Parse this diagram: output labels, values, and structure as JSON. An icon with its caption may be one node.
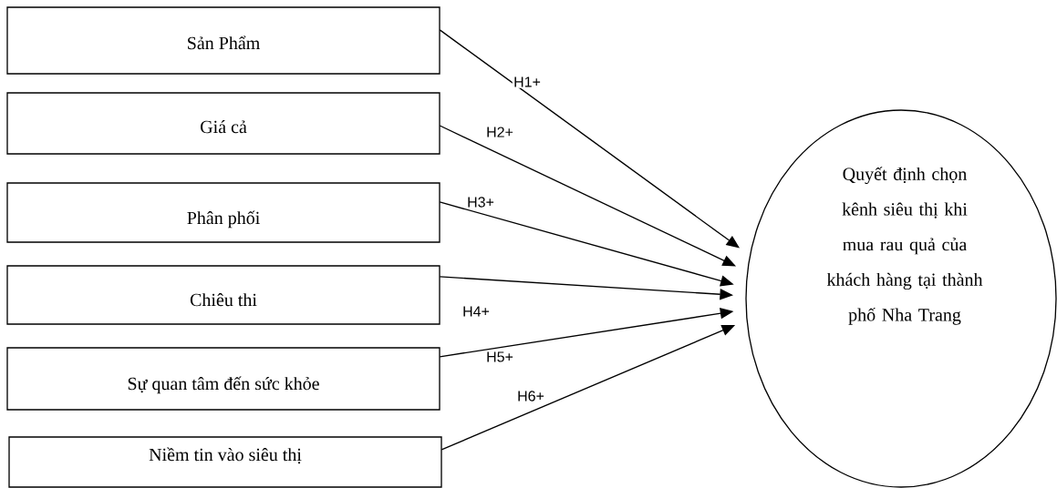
{
  "diagram": {
    "nodes": [
      {
        "text": [
          "Sản Phẩm"
        ]
      },
      {
        "text": [
          "Giá cả"
        ]
      },
      {
        "text": [
          "Phân phối"
        ]
      },
      {
        "text": [
          "Chiêu thi"
        ]
      },
      {
        "text": [
          "Sự quan tâm đến sức khỏe"
        ]
      },
      {
        "text": [
          "Niềm tin vào siêu thị"
        ]
      },
      {
        "text": [
          "Quyết định chọn kênh siêu thị khi mua rau quả của khách hàng tại thành phố Nha Trang"
        ]
      }
    ],
    "edges": [
      {
        "from": 0,
        "to": 6,
        "arrow": "to",
        "label": "H1+"
      },
      {
        "from": 1,
        "to": 6,
        "arrow": "to",
        "label": "H2+"
      },
      {
        "from": 2,
        "to": 6,
        "arrow": "to",
        "label": "H3+"
      },
      {
        "from": 3,
        "to": 6,
        "arrow": "to",
        "label": "H4+"
      },
      {
        "from": 4,
        "to": 6,
        "arrow": "to",
        "label": "H5+"
      },
      {
        "from": 5,
        "to": 6,
        "arrow": "to",
        "label": "H6+"
      }
    ]
  }
}
